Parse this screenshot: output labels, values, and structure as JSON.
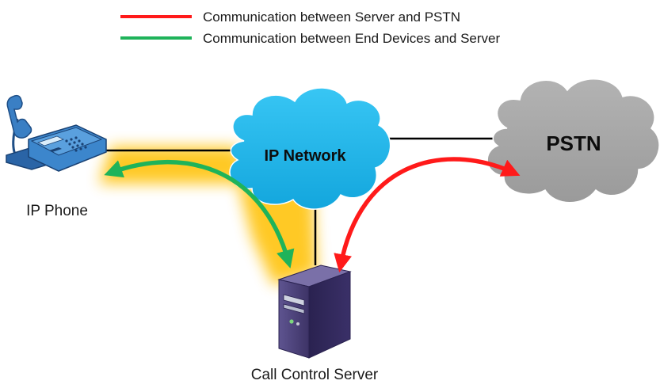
{
  "legend": {
    "items": [
      {
        "label": "Communication between Server and PSTN",
        "color": "#ff1a1a"
      },
      {
        "label": "Communication between End Devices and Server",
        "color": "#1fb35a"
      }
    ]
  },
  "nodes": {
    "ip_phone": {
      "label": "IP Phone",
      "icon": "ip-phone-icon"
    },
    "ip_network": {
      "label": "IP Network",
      "icon": "cloud-icon",
      "color": "#1ab3e8"
    },
    "pstn": {
      "label": "PSTN",
      "icon": "cloud-icon",
      "color": "#a6a6a6"
    },
    "server": {
      "label": "Call Control Server",
      "icon": "server-icon",
      "color": "#3f3566"
    }
  },
  "colors": {
    "highlight_glow": "#ffc000",
    "link_line": "#000000"
  }
}
